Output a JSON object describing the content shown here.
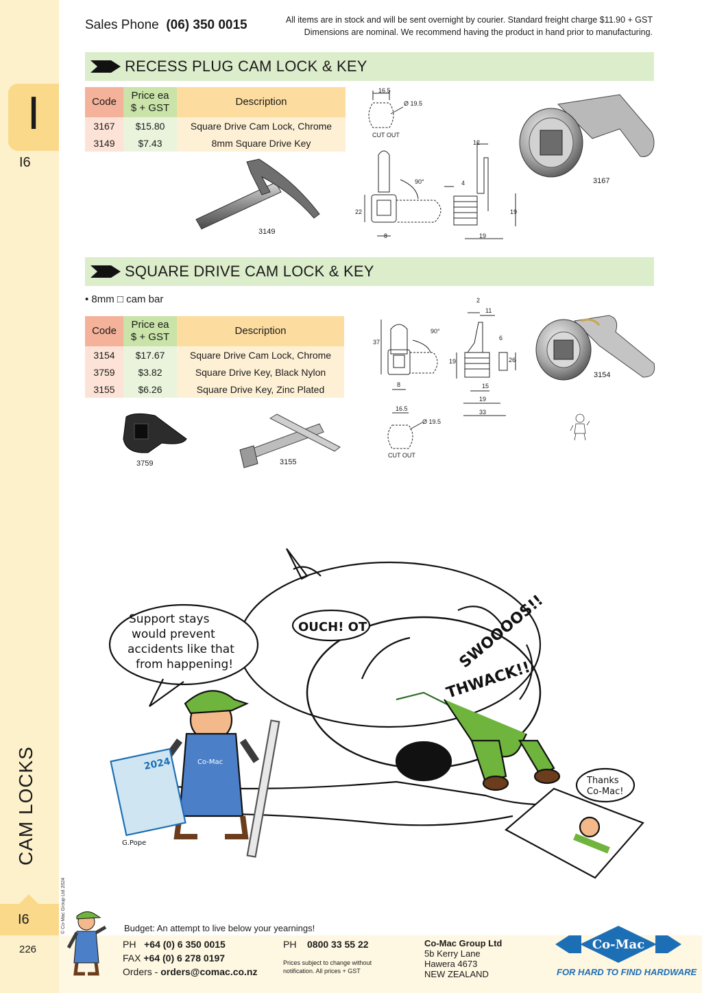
{
  "header": {
    "sales_label": "Sales Phone",
    "sales_phone": "(06) 350 0015",
    "note_line1": "All items are in stock and will be sent overnight by courier. Standard freight charge $11.90 + GST",
    "note_line2": "Dimensions are nominal. We recommend having the product in hand prior to manufacturing."
  },
  "sidebar": {
    "tab_letter": "I",
    "section_code": "I6",
    "section_title": "CAM LOCKS",
    "copyright": "© Co-Mac Group Ltd 2024",
    "bottom_code": "I6",
    "page_number": "226"
  },
  "section1": {
    "title": "RECESS PLUG CAM LOCK & KEY",
    "table": {
      "headers": {
        "code": "Code",
        "price_line1": "Price ea",
        "price_line2": "$ + GST",
        "desc": "Description"
      },
      "rows": [
        {
          "code": "3167",
          "price": "$15.80",
          "desc": "Square Drive Cam Lock, Chrome"
        },
        {
          "code": "3149",
          "price": "$7.43",
          "desc": "8mm Square Drive Key"
        }
      ]
    },
    "labels": {
      "key": "3149",
      "lock": "3167",
      "cutout": "CUT OUT",
      "dim_165": "16.5",
      "dim_195": "Ø 19.5",
      "dim_12": "12",
      "dim_90": "90°",
      "dim_4": "4",
      "dim_22": "22",
      "dim_19": "19",
      "dim_8": "8",
      "dim_19b": "19"
    }
  },
  "section2": {
    "title": "SQUARE DRIVE CAM LOCK & KEY",
    "bullet": "• 8mm □ cam bar",
    "table": {
      "headers": {
        "code": "Code",
        "price_line1": "Price ea",
        "price_line2": "$ + GST",
        "desc": "Description"
      },
      "rows": [
        {
          "code": "3154",
          "price": "$17.67",
          "desc": "Square Drive Cam Lock, Chrome"
        },
        {
          "code": "3759",
          "price": "$3.82",
          "desc": "Square Drive Key, Black Nylon"
        },
        {
          "code": "3155",
          "price": "$6.26",
          "desc": "Square Drive Key, Zinc Plated"
        }
      ]
    },
    "labels": {
      "nylon_key": "3759",
      "zinc_key": "3155",
      "lock": "3154",
      "cutout": "CUT OUT",
      "dim_165": "16.5",
      "dim_195": "Ø 19.5",
      "dim_2": "2",
      "dim_11": "11",
      "dim_37": "37",
      "dim_90": "90°",
      "dim_6": "6",
      "dim_19": "19",
      "dim_26": "26",
      "dim_8": "8",
      "dim_15": "15",
      "dim_19b": "19",
      "dim_33": "33"
    }
  },
  "cartoon": {
    "bubble_left": "Support stays would prevent accidents like that from happening!",
    "bubble_ouch": "OUCH! OT",
    "sfx_swooosh": "SWOOOOS!!",
    "sfx_thwack": "THWACK!!",
    "bubble_thanks": "Thanks Co-Mac!",
    "catalogue_year": "2024",
    "overalls_brand": "Co-Mac",
    "signature": "G.Pope"
  },
  "footer": {
    "quote": "Budget: An attempt to live below your yearnings!",
    "ph_label": "PH",
    "ph_value": "+64 (0) 6 350 0015",
    "fax_label": "FAX",
    "fax_value": "+64 (0) 6 278 0197",
    "orders_label": "Orders -",
    "orders_value": "orders@comac.co.nz",
    "ph2_label": "PH",
    "ph2_value": "0800 33 55 22",
    "small_line1": "Prices subject to change without",
    "small_line2": "notification. All prices + GST",
    "company": "Co-Mac Group Ltd",
    "addr1": "5b Kerry Lane",
    "addr2": "Hawera 4673",
    "addr3": "NEW ZEALAND",
    "logo_text": "Co-Mac",
    "tagline": "FOR HARD TO FIND HARDWARE"
  },
  "colors": {
    "sidebar": "#fdf1cc",
    "tab": "#fbd98a",
    "section_bar": "#dcedcb",
    "code_head": "#f5b29a",
    "price_head": "#c9e3a8",
    "desc_head": "#fddca0",
    "brand_blue": "#1d6fb5"
  }
}
